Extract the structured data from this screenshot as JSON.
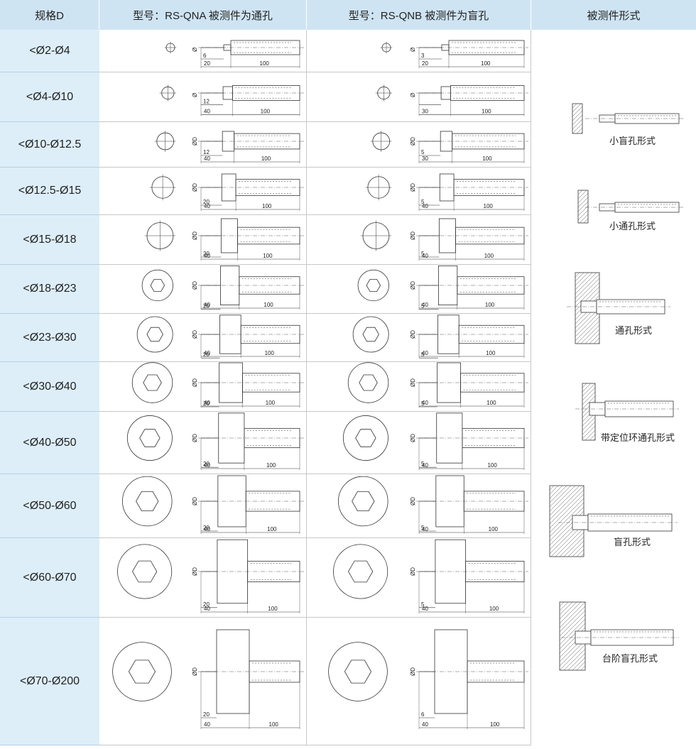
{
  "headers": {
    "spec": "规格D",
    "qna": "型号：RS-QNA  被测件为通孔",
    "qnb": "型号：RS-QNB  被测件为盲孔",
    "form": "被测件形式"
  },
  "rows": [
    {
      "spec": "<Ø2-Ø4",
      "qna": {
        "dia": "Ø",
        "d1": "6",
        "d2": "20",
        "d3": "100"
      },
      "qnb": {
        "dia": "Ø",
        "d1": "3",
        "d2": "20",
        "d3": "100"
      }
    },
    {
      "spec": "<Ø4-Ø10",
      "qna": {
        "dia": "Ø",
        "d1": "12",
        "d2": "40",
        "d3": "100"
      },
      "qnb": {
        "dia": "Ø",
        "d1": "",
        "d2": "30",
        "d3": "100"
      }
    },
    {
      "spec": "<Ø10-Ø12.5",
      "qna": {
        "dia": "ØD",
        "d1": "12",
        "d2": "40",
        "d3": "100"
      },
      "qnb": {
        "dia": "ØD",
        "d1": "5",
        "d2": "30",
        "d3": "100"
      }
    },
    {
      "spec": "<Ø12.5-Ø15",
      "qna": {
        "dia": "ØD",
        "d1": "20",
        "d2": "40",
        "d3": "100"
      },
      "qnb": {
        "dia": "ØD",
        "d1": "5",
        "d2": "40",
        "d3": "100"
      }
    },
    {
      "spec": "<Ø15-Ø18",
      "qna": {
        "dia": "ØD",
        "d1": "20",
        "d2": "40",
        "d3": "100"
      },
      "qnb": {
        "dia": "ØD",
        "d1": "5",
        "d2": "40",
        "d3": "100"
      }
    },
    {
      "spec": "<Ø18-Ø23",
      "qna": {
        "dia": "ØD",
        "d1": "20",
        "d2": "40",
        "d3": "100"
      },
      "qnb": {
        "dia": "ØD",
        "d1": "5",
        "d2": "40",
        "d3": "100"
      }
    },
    {
      "spec": "<Ø23-Ø30",
      "qna": {
        "dia": "ØD",
        "d1": "20",
        "d2": "40",
        "d3": "100"
      },
      "qnb": {
        "dia": "ØD",
        "d1": "5",
        "d2": "40",
        "d3": "100"
      }
    },
    {
      "spec": "<Ø30-Ø40",
      "qna": {
        "dia": "ØD",
        "d1": "20",
        "d2": "40",
        "d3": "100"
      },
      "qnb": {
        "dia": "ØD",
        "d1": "5",
        "d2": "40",
        "d3": "100"
      }
    },
    {
      "spec": "<Ø40-Ø50",
      "qna": {
        "dia": "ØD",
        "d1": "20",
        "d2": "40",
        "d3": "100"
      },
      "qnb": {
        "dia": "ØD",
        "d1": "5",
        "d2": "40",
        "d3": "100"
      }
    },
    {
      "spec": "<Ø50-Ø60",
      "qna": {
        "dia": "ØD",
        "d1": "20",
        "d2": "40",
        "d3": "100"
      },
      "qnb": {
        "dia": "ØD",
        "d1": "5",
        "d2": "40",
        "d3": "100"
      }
    },
    {
      "spec": "<Ø60-Ø70",
      "qna": {
        "dia": "ØD",
        "d1": "20",
        "d2": "40",
        "d3": "100"
      },
      "qnb": {
        "dia": "ØD",
        "d1": "5",
        "d2": "40",
        "d3": "100"
      }
    },
    {
      "spec": "<Ø70-Ø200",
      "qna": {
        "dia": "ØD",
        "d1": "20",
        "d2": "40",
        "d3": "100"
      },
      "qnb": {
        "dia": "ØD",
        "d1": "6",
        "d2": "40",
        "d3": "100"
      }
    }
  ],
  "forms": [
    {
      "label": "小盲孔形式"
    },
    {
      "label": "小通孔形式"
    },
    {
      "label": "通孔形式"
    },
    {
      "label": "带定位环通孔形式"
    },
    {
      "label": "盲孔形式"
    },
    {
      "label": "台阶盲孔形式"
    }
  ],
  "colors": {
    "header_bg": "#cfe4f3",
    "spec_bg": "#ddeef9",
    "line": "#333333"
  }
}
